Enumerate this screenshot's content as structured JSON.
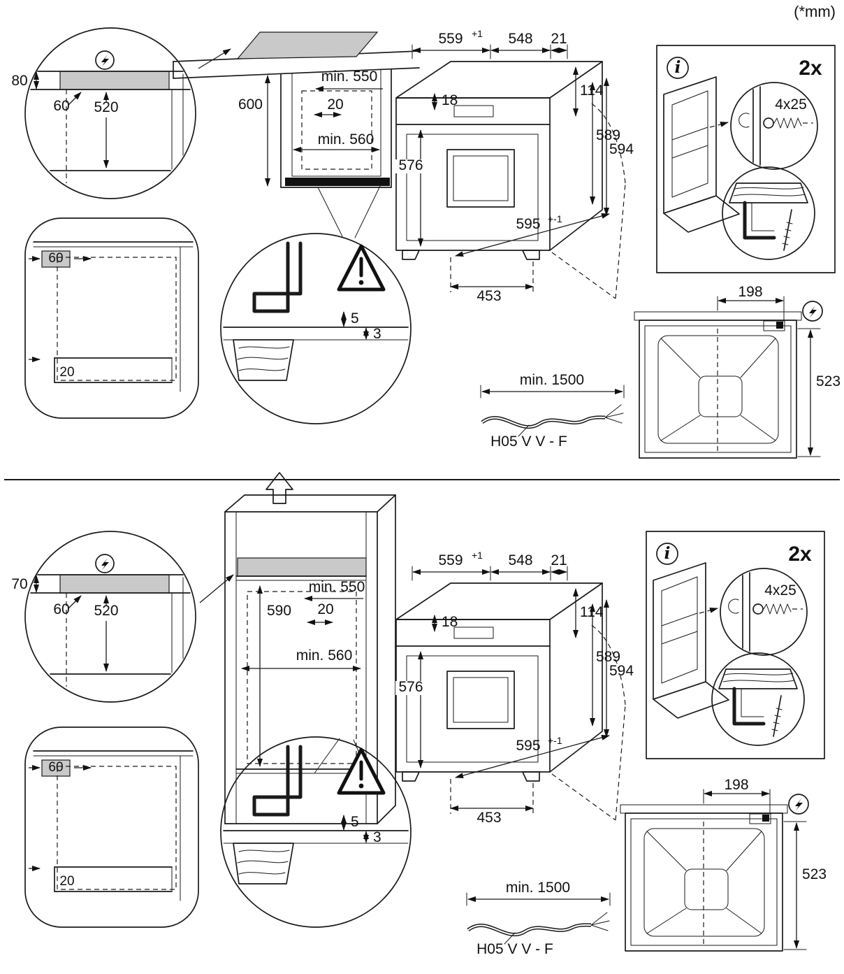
{
  "page": {
    "unit_note": "(*mm)"
  },
  "icons": {
    "info": "i"
  },
  "shared": {
    "oven": {
      "w559": "559",
      "w559_sup": "+1",
      "d548": "548",
      "d21": "21",
      "t18": "18",
      "p114": "114",
      "h589": "589",
      "h594": "594",
      "h576": "576",
      "w595": "595",
      "w595_sup": "+-1",
      "door453": "453"
    },
    "fasteners": {
      "count": "2x",
      "screw": "4x25"
    },
    "corner": {
      "side60": "60",
      "plinth20": "20"
    },
    "gap": {
      "g5": "5",
      "g3": "3"
    },
    "cable": {
      "length": "min. 1500",
      "type": "H05 V V - F"
    },
    "back_panel": {
      "w198": "198",
      "h523": "523"
    }
  },
  "top_section": {
    "cutout": {
      "h80": "80",
      "d60": "60",
      "w520": "520"
    },
    "niche": {
      "depth": "min. 550",
      "height": "600",
      "gap20": "20",
      "width": "min. 560"
    }
  },
  "bottom_section": {
    "cutout": {
      "h70": "70",
      "d60": "60",
      "w520": "520"
    },
    "niche": {
      "depth": "min. 550",
      "height": "590",
      "gap20": "20",
      "width": "min. 560"
    }
  }
}
